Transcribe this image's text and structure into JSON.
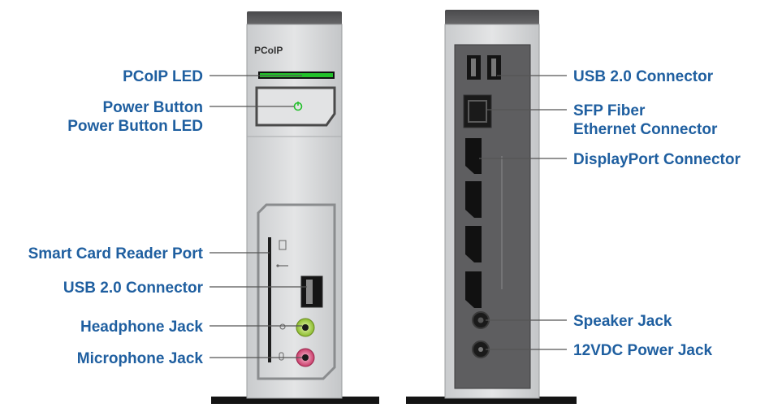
{
  "device_logo": "PCoIP",
  "front_labels": {
    "pcoip_led": "PCoIP LED",
    "power_button": "Power Button",
    "power_button_led": "Power Button LED",
    "smart_card": "Smart Card Reader Port",
    "usb": "USB 2.0 Connector",
    "headphone": "Headphone Jack",
    "microphone": "Microphone Jack"
  },
  "rear_labels": {
    "usb": "USB 2.0 Connector",
    "sfp_line1": "SFP Fiber",
    "sfp_line2": "Ethernet Connector",
    "displayport": "DisplayPort Connector",
    "speaker": "Speaker Jack",
    "power_jack": "12VDC Power Jack"
  },
  "colors": {
    "label_text": "#1f5fa0",
    "led_green": "#22c02a",
    "headphone_jack": "#9ccc3a",
    "microphone_jack": "#d8507a",
    "device_body": "#d6d8da",
    "rear_panel": "#5e5e60"
  }
}
